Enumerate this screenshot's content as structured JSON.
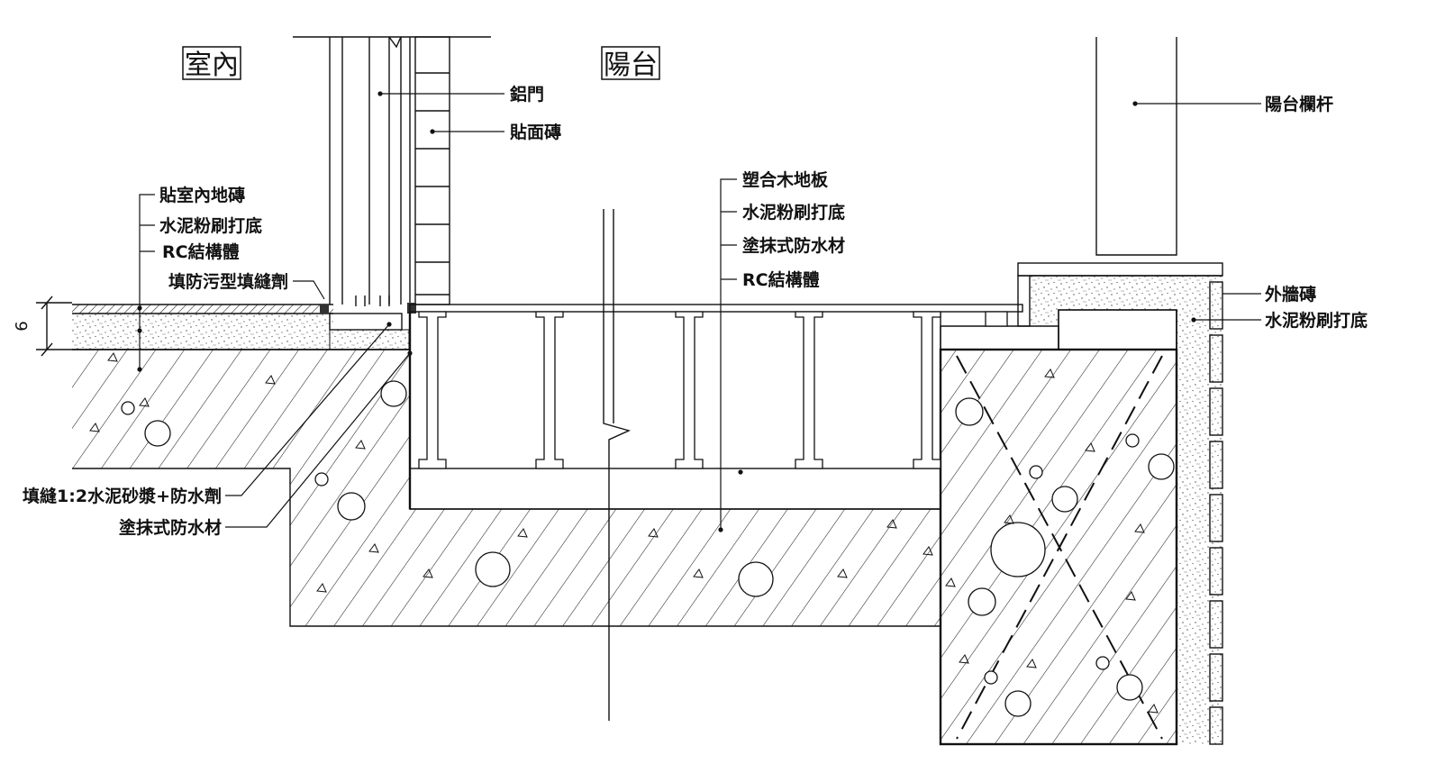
{
  "rooms": {
    "indoor": "室內",
    "balcony": "陽台"
  },
  "dimension": "6",
  "labels": {
    "aluminum_door": "鋁門",
    "facing_tile": "貼面磚",
    "balcony_railing": "陽台欄杆",
    "indoor_floor_tile": "貼室內地磚",
    "cement_plaster_base_left": "水泥粉刷打底",
    "rc_structure_left": "RC結構體",
    "anti_stain_grout": "填防污型填縫劑",
    "wpc_floor": "塑合木地板",
    "cement_plaster_base_mid": "水泥粉刷打底",
    "coating_waterproof_mid": "塗抹式防水材",
    "rc_structure_mid": "RC結構體",
    "exterior_wall_tile": "外牆磚",
    "cement_plaster_base_right": "水泥粉刷打底",
    "joint_fill_mortar": "填縫1:2水泥砂漿+防水劑",
    "coating_waterproof_left": "塗抹式防水材"
  }
}
